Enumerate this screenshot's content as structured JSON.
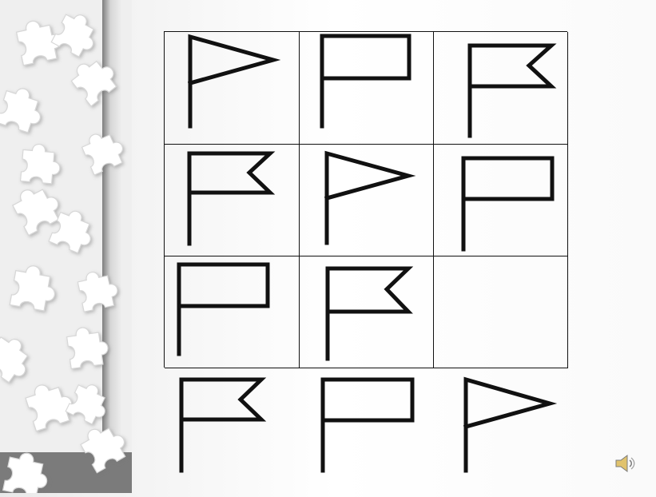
{
  "puzzle": {
    "grid": [
      [
        "triangle",
        "rectangle",
        "notched"
      ],
      [
        "notched",
        "triangle",
        "rectangle"
      ],
      [
        "rectangle",
        "notched",
        "blank"
      ]
    ],
    "options": [
      "notched",
      "rectangle",
      "triangle"
    ]
  },
  "icons": {
    "sound": "speaker-icon"
  },
  "colors": {
    "stroke": "#111111",
    "grid_line": "#111111",
    "piece": "#ffffff",
    "piece_shadow": "#b8b8b8",
    "sidebar_stripe": "#9d9d9d"
  }
}
